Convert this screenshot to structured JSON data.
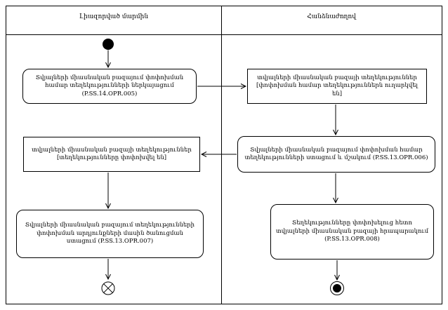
{
  "diagram": {
    "type": "uml-activity-swimlane",
    "lanes": [
      {
        "id": "authorized-body",
        "title": "Լիազորված մարմին"
      },
      {
        "id": "commission",
        "title": "Հանձնաժողով"
      }
    ],
    "nodes": {
      "action_submit": {
        "lane": "authorized-body",
        "kind": "action",
        "label": "Տվյալների միասնական բազայում փոփոխման համար տեղեկությունների ներկայացում (P.SS.14.OPR.005)"
      },
      "object_sent": {
        "lane": "commission",
        "kind": "object",
        "name": "տվյալների միասնական բազայի տեղեկություններ",
        "state": "[փոփոխման համար տեղեկություններն ուղարկվել են]"
      },
      "action_receive_process": {
        "lane": "commission",
        "kind": "action",
        "label": "Տվյալների միասնական բազայում փոփոխման համար տեղեկությունների ստացում և մշակում (P.SS.13.OPR.006)"
      },
      "object_changed": {
        "lane": "authorized-body",
        "kind": "object",
        "name": "տվյալների միասնական բազայի տեղեկություններ",
        "state": "[տեղեկությունները փոփոխվել են]"
      },
      "action_notification": {
        "lane": "authorized-body",
        "kind": "action",
        "label": "Տվյալների միասնական բազայում տեղեկությունների փոփոխման արդյունքների մասին ծանուցման ստացում (P.SS.13.OPR.007)"
      },
      "action_publish": {
        "lane": "commission",
        "kind": "action",
        "label": "Տեղեկությունները փոփոխելուց հետո տվյալների միասնական բազայի հրապարակում (P.SS.13.OPR.008)"
      }
    },
    "symbols": {
      "initial_node": "filled-circle",
      "flow_final_node": "circle-with-x",
      "activity_final_node": "bullseye"
    },
    "colors": {
      "line": "#000000",
      "node_fill": "#ffffff",
      "background": "#ffffff",
      "text": "#000000"
    }
  }
}
